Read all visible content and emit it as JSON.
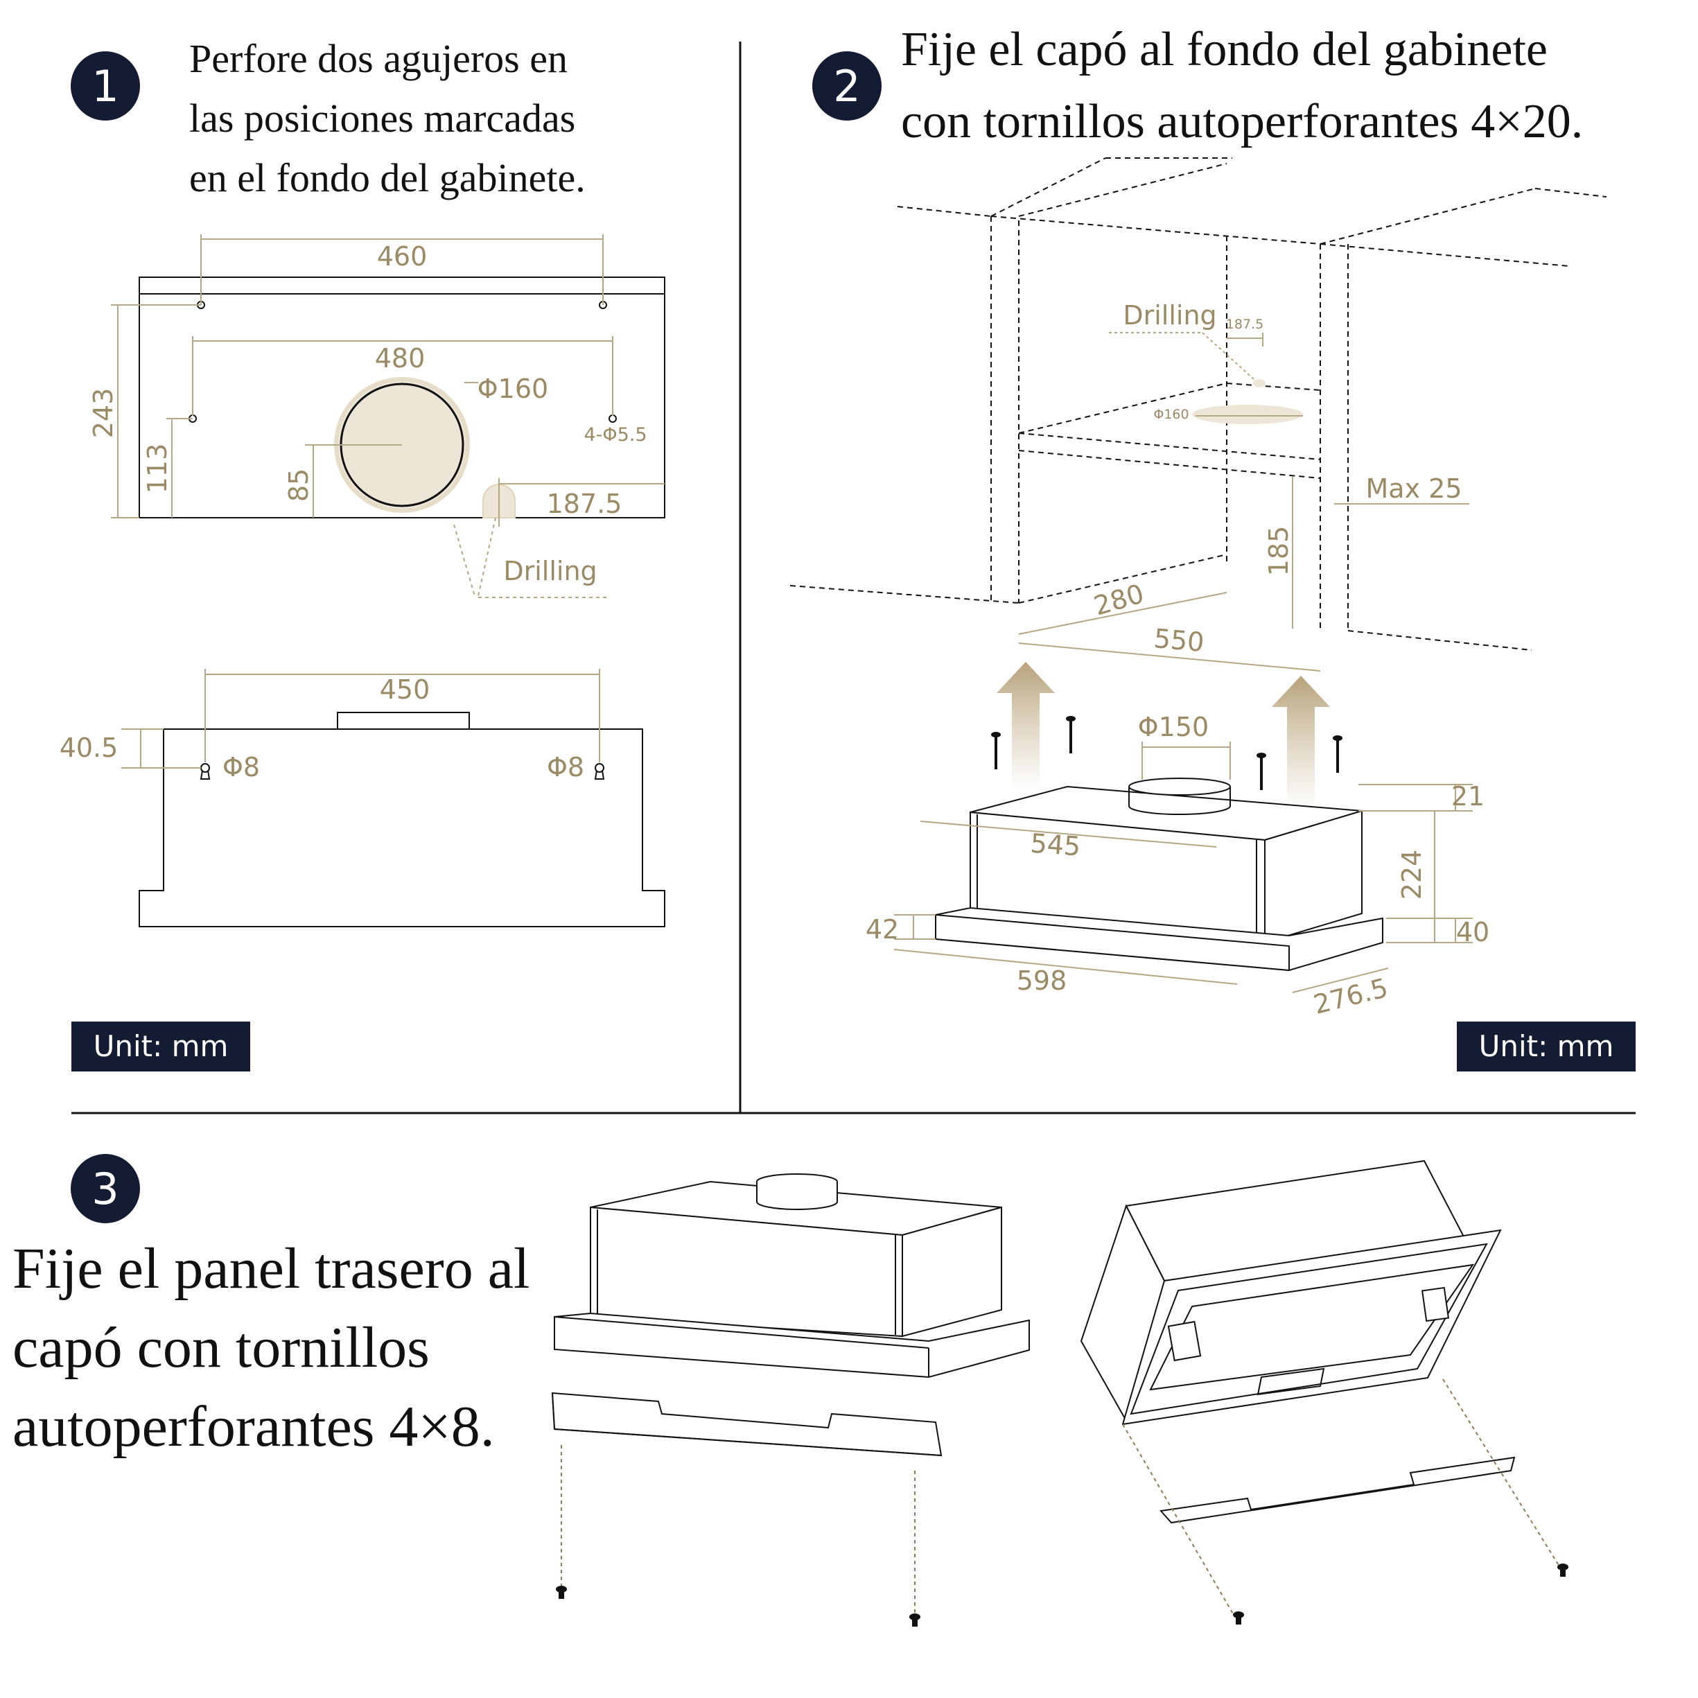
{
  "colors": {
    "ink": "#111111",
    "navy": "#141c33",
    "dimension": "#9a8b66",
    "duct_fill": "#ede5d6",
    "arrow_fill": "#c9b895",
    "background": "#ffffff"
  },
  "step1": {
    "number": "1",
    "instruction_lines": [
      "Perfore dos agujeros en",
      "las posiciones marcadas",
      "en el fondo del gabinete."
    ],
    "top_view": {
      "dim_width": "460",
      "dim_inner": "480",
      "dim_height": "243",
      "dim_low": "113",
      "dim_center": "85",
      "duct": "Φ160",
      "holes": "4-Φ5.5",
      "offset": "187.5",
      "drilling": "Drilling"
    },
    "front_view": {
      "dim_width": "450",
      "dim_height": "40.5",
      "hole_left": "Φ8",
      "hole_right": "Φ8"
    },
    "unit": "Unit: mm"
  },
  "step2": {
    "number": "2",
    "instruction_lines": [
      "Fije el capó al fondo del gabinete",
      "con tornillos autoperforantes 4×20."
    ],
    "cabinet": {
      "drilling": "Drilling",
      "offset": "187.5",
      "duct": "Φ160",
      "max": "Max 25",
      "depth_front": "280",
      "width": "550",
      "height": "185"
    },
    "hood": {
      "duct": "Φ150",
      "dim_21": "21",
      "width_top": "545",
      "height": "224",
      "front_height": "42",
      "bottom": "40",
      "width": "598",
      "depth": "276.5"
    },
    "unit": "Unit: mm"
  },
  "step3": {
    "number": "3",
    "instruction_lines": [
      "Fije el panel trasero al",
      "capó con tornillos",
      "autoperforantes 4×8."
    ]
  },
  "icons": [
    "screw-icon",
    "up-arrow-icon",
    "keyhole-icon"
  ]
}
